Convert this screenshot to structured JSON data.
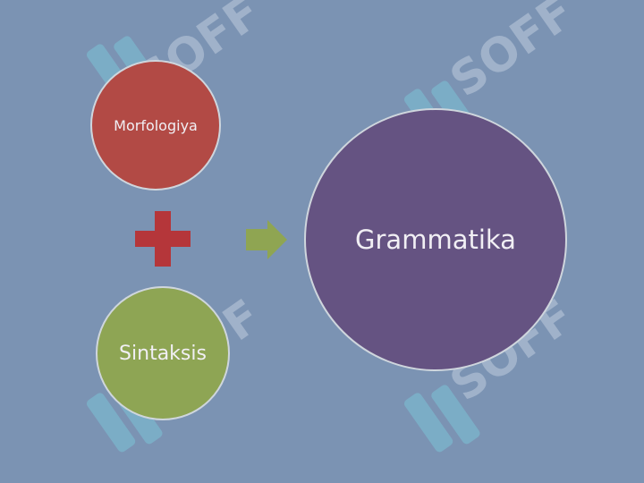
{
  "diagram": {
    "circles": {
      "morfologiya": {
        "label": "Morfologiya",
        "color": "#b24a45"
      },
      "sintaksis": {
        "label": "Sintaksis",
        "color": "#8ea554"
      },
      "grammatika": {
        "label": "Grammatika",
        "color": "#655382"
      }
    },
    "operator_icon": "plus-icon",
    "operator_color": "#b5363a",
    "result_icon": "arrow-right-icon",
    "result_color": "#8fa552"
  },
  "watermark": {
    "text": "SOFF",
    "color": "#7cc3d6"
  }
}
